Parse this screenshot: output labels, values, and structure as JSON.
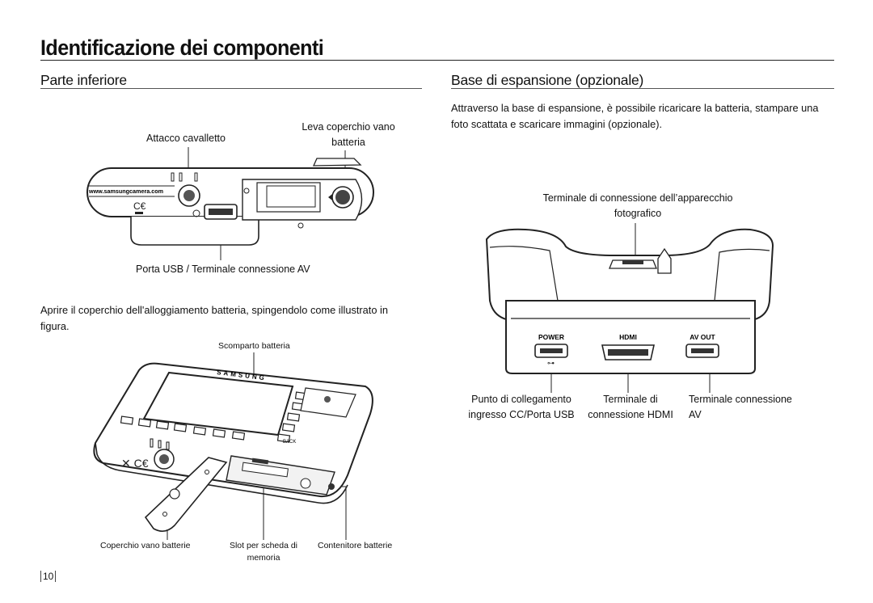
{
  "page": {
    "title": "Identificazione dei componenti",
    "page_number": "10"
  },
  "left": {
    "heading": "Parte inferiore",
    "label_tripod": "Attacco cavalletto",
    "label_lever_line1": "Leva coperchio vano",
    "label_lever_line2": "batteria",
    "label_usb": "Porta USB / Terminale connessione AV",
    "instruction": "Aprire il coperchio dell'alloggiamento batteria, spingendolo come illustrato in figura.",
    "label_compartment": "Scomparto batteria",
    "label_cover": "Coperchio vano batterie",
    "label_slot_line1": "Slot per scheda di",
    "label_slot_line2": "memoria",
    "label_holder": "Contenitore batterie",
    "camera_url": "www.samsungcamera.com",
    "camera_brand": "SAMSUNG",
    "camera_back": "BACK"
  },
  "right": {
    "heading": "Base di espansione (opzionale)",
    "intro": "Attraverso la base di espansione, è possibile ricaricare la batteria, stampare una foto scattata e scaricare immagini (opzionale).",
    "label_camera_terminal_line1": "Terminale di connessione dell’apparecchio",
    "label_camera_terminal_line2": "fotografico",
    "port_power": "POWER",
    "port_hdmi": "HDMI",
    "port_avout": "AV OUT",
    "label_power_line1": "Punto di collegamento",
    "label_power_line2": "ingresso CC/Porta USB",
    "label_hdmi_line1": "Terminale di",
    "label_hdmi_line2": "connessione HDMI",
    "label_av_line1": "Terminale connessione",
    "label_av_line2": "AV"
  }
}
